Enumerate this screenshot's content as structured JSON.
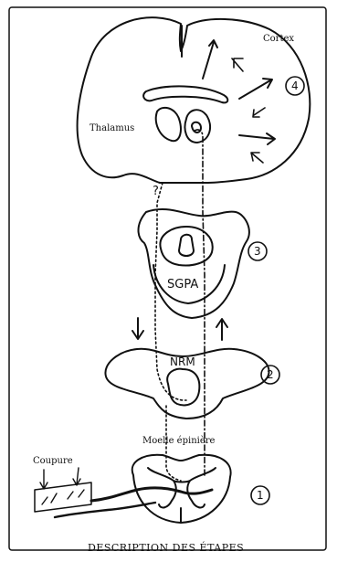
{
  "labels": {
    "cortex": "Cortex",
    "thalamus": "Thalamus",
    "question": "?",
    "sgpa": "SGPA",
    "nrm": "NRM",
    "moelle": "Moelle épinière",
    "coupure": "Coupure",
    "caption": "DESCRIPTION DES ÉTAPES"
  },
  "steps": [
    "4",
    "3",
    "2",
    "1"
  ],
  "colors": {
    "ink": "#111111",
    "background": "#ffffff"
  }
}
